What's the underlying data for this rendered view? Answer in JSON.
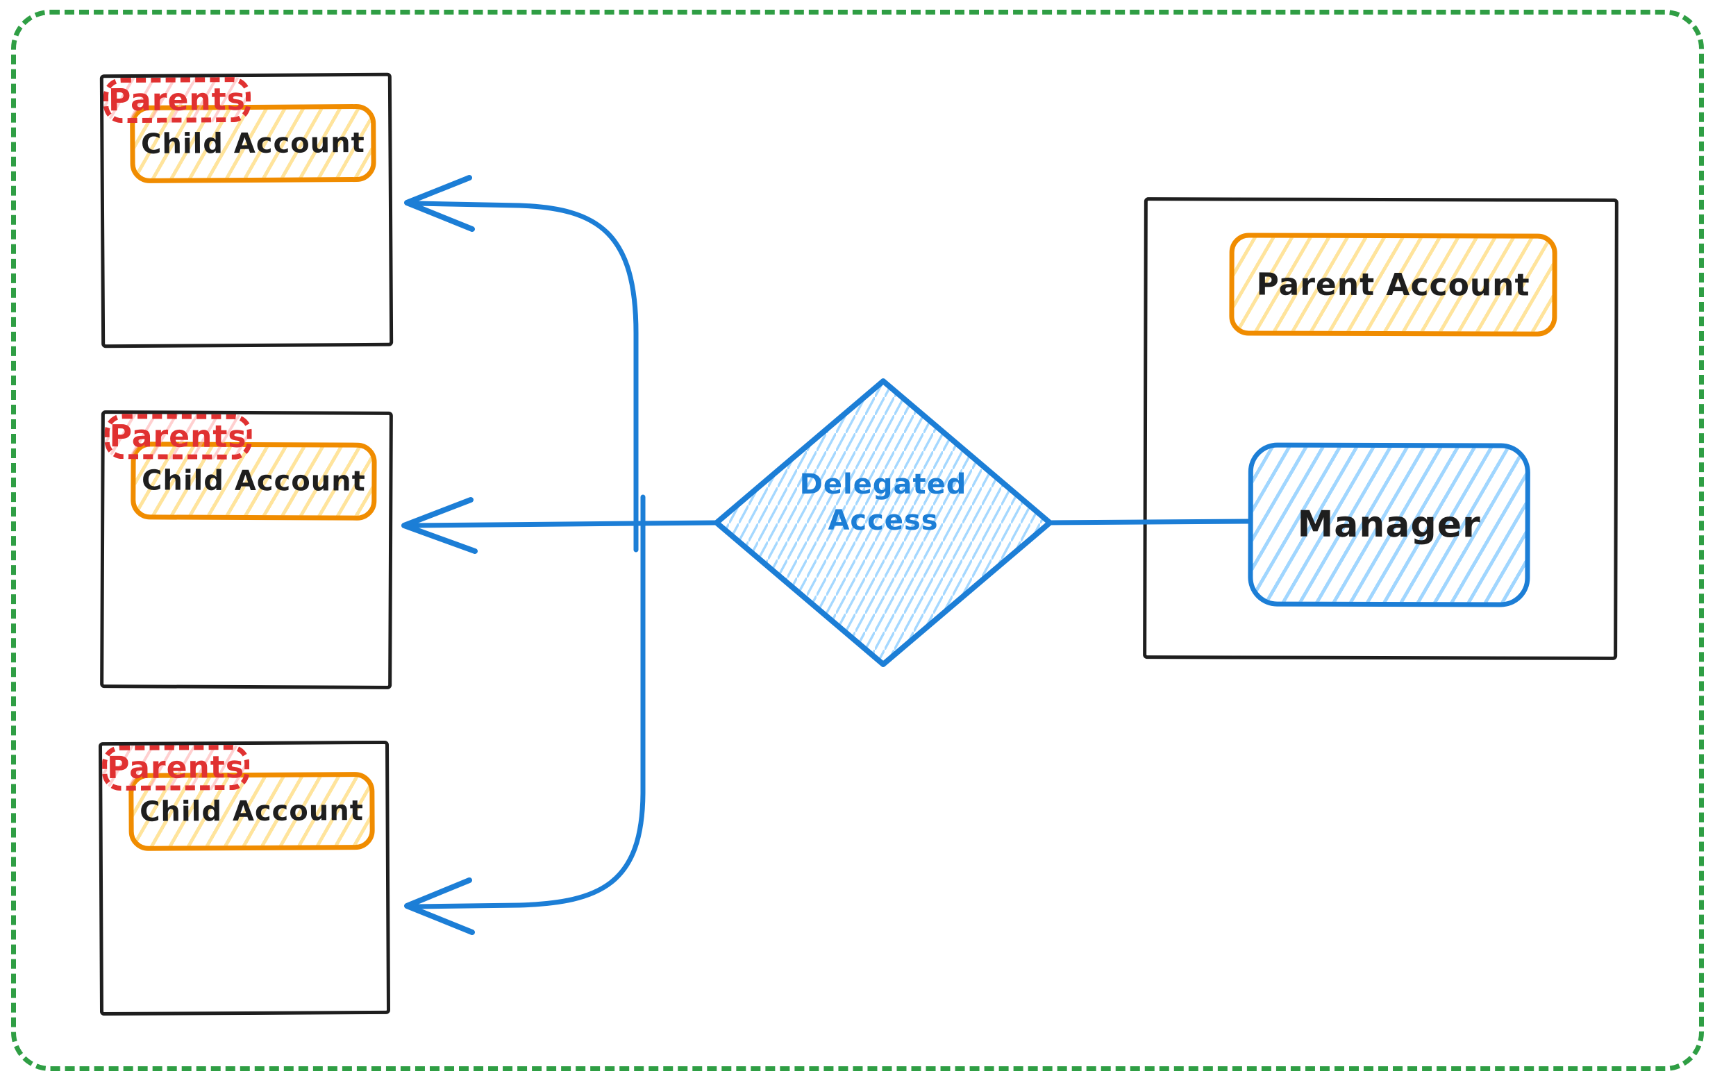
{
  "canvas": {
    "background": "#ffffff",
    "border_color": "#2f9e44"
  },
  "palette": {
    "ink_black": "#1e1e1e",
    "orange_stroke": "#f08c00",
    "yellow_hatch": "#ffcd4a",
    "red_stroke": "#e03131",
    "pink_hatch": "#ffa8a8",
    "blue_stroke": "#1c7ed6",
    "light_blue_hatch": "#a5d8ff",
    "green_border": "#2f9e44"
  },
  "child_accounts": [
    {
      "title": "Child Account",
      "tag": "Parents"
    },
    {
      "title": "Child Account",
      "tag": "Parents"
    },
    {
      "title": "Child Account",
      "tag": "Parents"
    }
  ],
  "decision": {
    "line1": "Delegated",
    "line2": "Access"
  },
  "parent_account": {
    "title": "Parent Account",
    "role": "Manager"
  }
}
